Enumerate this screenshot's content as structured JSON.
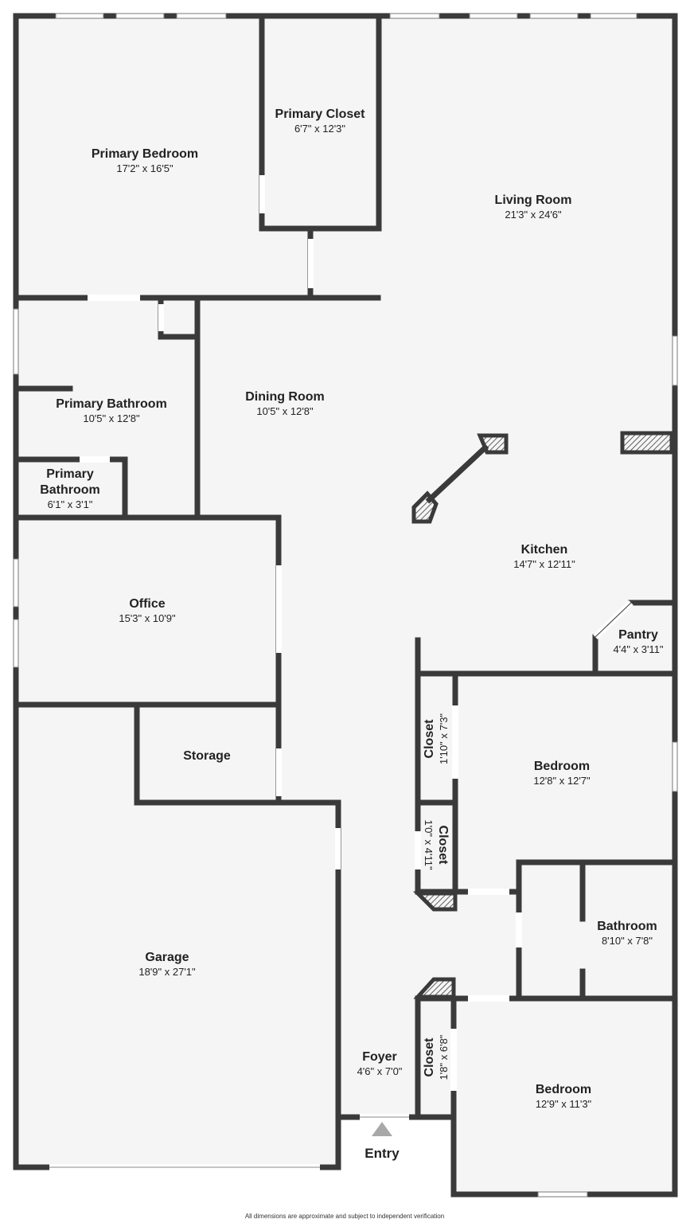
{
  "rooms": [
    {
      "id": "primary-bedroom",
      "name": "Primary Bedroom",
      "dims": "17'2\" x 16'5\""
    },
    {
      "id": "primary-closet",
      "name": "Primary Closet",
      "dims": "6'7\" x 12'3\""
    },
    {
      "id": "living-room",
      "name": "Living Room",
      "dims": "21'3\" x 24'6\""
    },
    {
      "id": "primary-bathroom",
      "name": "Primary Bathroom",
      "dims": "10'5\" x 12'8\""
    },
    {
      "id": "dining-room",
      "name": "Dining Room",
      "dims": "10'5\" x 12'8\""
    },
    {
      "id": "primary-bathroom-2",
      "name_line1": "Primary",
      "name_line2": "Bathroom",
      "dims": "6'1\" x 3'1\""
    },
    {
      "id": "kitchen",
      "name": "Kitchen",
      "dims": "14'7\" x 12'11\""
    },
    {
      "id": "office",
      "name": "Office",
      "dims": "15'3\" x 10'9\""
    },
    {
      "id": "pantry",
      "name": "Pantry",
      "dims": "4'4\" x 3'11\""
    },
    {
      "id": "storage",
      "name": "Storage"
    },
    {
      "id": "closet-1",
      "name": "Closet",
      "dims": "1'10\" x 7'3\""
    },
    {
      "id": "bedroom-1",
      "name": "Bedroom",
      "dims": "12'8\" x 12'7\""
    },
    {
      "id": "closet-2",
      "name": "Closet",
      "dims": "1'0\" x 4'11\""
    },
    {
      "id": "bathroom",
      "name": "Bathroom",
      "dims": "8'10\" x 7'8\""
    },
    {
      "id": "garage",
      "name": "Garage",
      "dims": "18'9\" x 27'1\""
    },
    {
      "id": "foyer",
      "name": "Foyer",
      "dims": "4'6\" x 7'0\""
    },
    {
      "id": "closet-3",
      "name": "Closet",
      "dims": "1'8\" x 6'8\""
    },
    {
      "id": "bedroom-2",
      "name": "Bedroom",
      "dims": "12'9\" x 11'3\""
    }
  ],
  "entry_label": "Entry",
  "disclaimer": "All dimensions are approximate and subject to independent verification",
  "colors": {
    "wall": "#3a3a3a",
    "floor": "#f5f5f5",
    "opening": "#ffffff"
  }
}
